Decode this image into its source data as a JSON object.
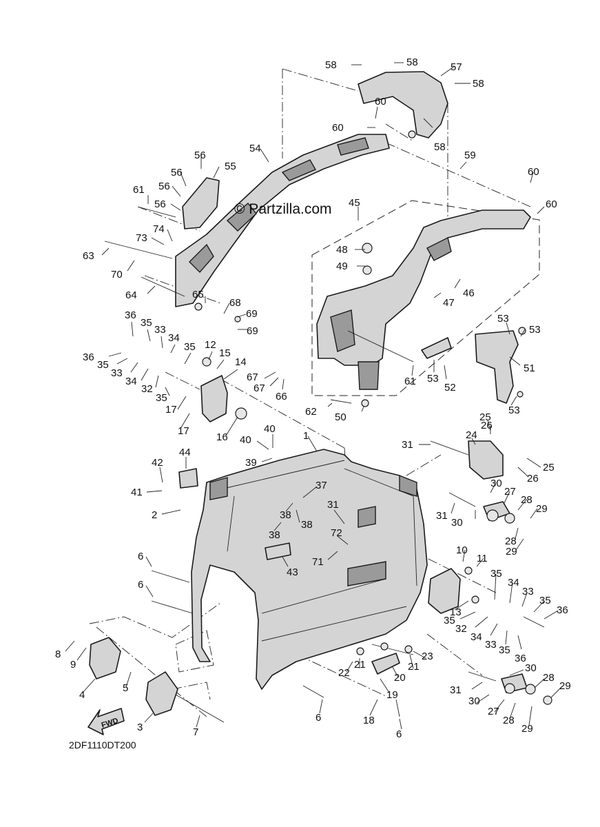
{
  "watermark": "© Partzilla.com",
  "diagram_code": "2DF1110DT200",
  "fwd_label": "FWD",
  "callouts": [
    {
      "id": "c1",
      "label": "1"
    },
    {
      "id": "c2",
      "label": "2"
    },
    {
      "id": "c3",
      "label": "3"
    },
    {
      "id": "c4",
      "label": "4"
    },
    {
      "id": "c5",
      "label": "5"
    },
    {
      "id": "c6a",
      "label": "6"
    },
    {
      "id": "c6b",
      "label": "6"
    },
    {
      "id": "c6c",
      "label": "6"
    },
    {
      "id": "c6d",
      "label": "6"
    },
    {
      "id": "c7",
      "label": "7"
    },
    {
      "id": "c8",
      "label": "8"
    },
    {
      "id": "c9",
      "label": "9"
    },
    {
      "id": "c10",
      "label": "10"
    },
    {
      "id": "c11",
      "label": "11"
    },
    {
      "id": "c12",
      "label": "12"
    },
    {
      "id": "c13",
      "label": "13"
    },
    {
      "id": "c14",
      "label": "14"
    },
    {
      "id": "c15",
      "label": "15"
    },
    {
      "id": "c16",
      "label": "16"
    },
    {
      "id": "c17a",
      "label": "17"
    },
    {
      "id": "c17b",
      "label": "17"
    },
    {
      "id": "c18",
      "label": "18"
    },
    {
      "id": "c19",
      "label": "19"
    },
    {
      "id": "c20",
      "label": "20"
    },
    {
      "id": "c21a",
      "label": "21"
    },
    {
      "id": "c21b",
      "label": "21"
    },
    {
      "id": "c22",
      "label": "22"
    },
    {
      "id": "c23",
      "label": "23"
    },
    {
      "id": "c24",
      "label": "24"
    },
    {
      "id": "c25a",
      "label": "25"
    },
    {
      "id": "c25b",
      "label": "25"
    },
    {
      "id": "c26a",
      "label": "26"
    },
    {
      "id": "c26b",
      "label": "26"
    },
    {
      "id": "c27a",
      "label": "27"
    },
    {
      "id": "c27b",
      "label": "27"
    },
    {
      "id": "c28a",
      "label": "28"
    },
    {
      "id": "c28b",
      "label": "28"
    },
    {
      "id": "c28c",
      "label": "28"
    },
    {
      "id": "c28d",
      "label": "28"
    },
    {
      "id": "c29a",
      "label": "29"
    },
    {
      "id": "c29b",
      "label": "29"
    },
    {
      "id": "c29c",
      "label": "29"
    },
    {
      "id": "c29d",
      "label": "29"
    },
    {
      "id": "c30a",
      "label": "30"
    },
    {
      "id": "c30b",
      "label": "30"
    },
    {
      "id": "c30c",
      "label": "30"
    },
    {
      "id": "c30d",
      "label": "30"
    },
    {
      "id": "c31a",
      "label": "31"
    },
    {
      "id": "c31b",
      "label": "31"
    },
    {
      "id": "c31c",
      "label": "31"
    },
    {
      "id": "c31d",
      "label": "31"
    },
    {
      "id": "c32a",
      "label": "32"
    },
    {
      "id": "c32b",
      "label": "32"
    },
    {
      "id": "c33a",
      "label": "33"
    },
    {
      "id": "c33b",
      "label": "33"
    },
    {
      "id": "c33c",
      "label": "33"
    },
    {
      "id": "c33d",
      "label": "33"
    },
    {
      "id": "c34a",
      "label": "34"
    },
    {
      "id": "c34b",
      "label": "34"
    },
    {
      "id": "c34c",
      "label": "34"
    },
    {
      "id": "c34d",
      "label": "34"
    },
    {
      "id": "c35a",
      "label": "35"
    },
    {
      "id": "c35b",
      "label": "35"
    },
    {
      "id": "c35c",
      "label": "35"
    },
    {
      "id": "c35d",
      "label": "35"
    },
    {
      "id": "c35e",
      "label": "35"
    },
    {
      "id": "c35f",
      "label": "35"
    },
    {
      "id": "c35g",
      "label": "35"
    },
    {
      "id": "c35h",
      "label": "35"
    },
    {
      "id": "c36a",
      "label": "36"
    },
    {
      "id": "c36b",
      "label": "36"
    },
    {
      "id": "c36c",
      "label": "36"
    },
    {
      "id": "c36d",
      "label": "36"
    },
    {
      "id": "c37",
      "label": "37"
    },
    {
      "id": "c38a",
      "label": "38"
    },
    {
      "id": "c38b",
      "label": "38"
    },
    {
      "id": "c39",
      "label": "39"
    },
    {
      "id": "c40a",
      "label": "40"
    },
    {
      "id": "c40b",
      "label": "40"
    },
    {
      "id": "c41",
      "label": "41"
    },
    {
      "id": "c42",
      "label": "42"
    },
    {
      "id": "c43",
      "label": "43"
    },
    {
      "id": "c44",
      "label": "44"
    },
    {
      "id": "c45",
      "label": "45"
    },
    {
      "id": "c46",
      "label": "46"
    },
    {
      "id": "c47",
      "label": "47"
    },
    {
      "id": "c48",
      "label": "48"
    },
    {
      "id": "c49",
      "label": "49"
    },
    {
      "id": "c50",
      "label": "50"
    },
    {
      "id": "c51",
      "label": "51"
    },
    {
      "id": "c52",
      "label": "52"
    },
    {
      "id": "c53a",
      "label": "53"
    },
    {
      "id": "c53b",
      "label": "53"
    },
    {
      "id": "c53c",
      "label": "53"
    },
    {
      "id": "c53d",
      "label": "53"
    },
    {
      "id": "c54",
      "label": "54"
    },
    {
      "id": "c55",
      "label": "55"
    },
    {
      "id": "c56a",
      "label": "56"
    },
    {
      "id": "c56b",
      "label": "56"
    },
    {
      "id": "c56c",
      "label": "56"
    },
    {
      "id": "c56d",
      "label": "56"
    },
    {
      "id": "c57",
      "label": "57"
    },
    {
      "id": "c58a",
      "label": "58"
    },
    {
      "id": "c58b",
      "label": "58"
    },
    {
      "id": "c58c",
      "label": "58"
    },
    {
      "id": "c58d",
      "label": "58"
    },
    {
      "id": "c59",
      "label": "59"
    },
    {
      "id": "c60a",
      "label": "60"
    },
    {
      "id": "c60b",
      "label": "60"
    },
    {
      "id": "c60c",
      "label": "60"
    },
    {
      "id": "c60d",
      "label": "60"
    },
    {
      "id": "c61a",
      "label": "61"
    },
    {
      "id": "c61b",
      "label": "61"
    },
    {
      "id": "c62",
      "label": "62"
    },
    {
      "id": "c63",
      "label": "63"
    },
    {
      "id": "c64",
      "label": "64"
    },
    {
      "id": "c65",
      "label": "65"
    },
    {
      "id": "c66",
      "label": "66"
    },
    {
      "id": "c67a",
      "label": "67"
    },
    {
      "id": "c67b",
      "label": "67"
    },
    {
      "id": "c68",
      "label": "68"
    },
    {
      "id": "c69a",
      "label": "69"
    },
    {
      "id": "c69b",
      "label": "69"
    },
    {
      "id": "c70",
      "label": "70"
    },
    {
      "id": "c71",
      "label": "71"
    },
    {
      "id": "c72",
      "label": "72"
    },
    {
      "id": "c73",
      "label": "73"
    },
    {
      "id": "c74",
      "label": "74"
    }
  ]
}
